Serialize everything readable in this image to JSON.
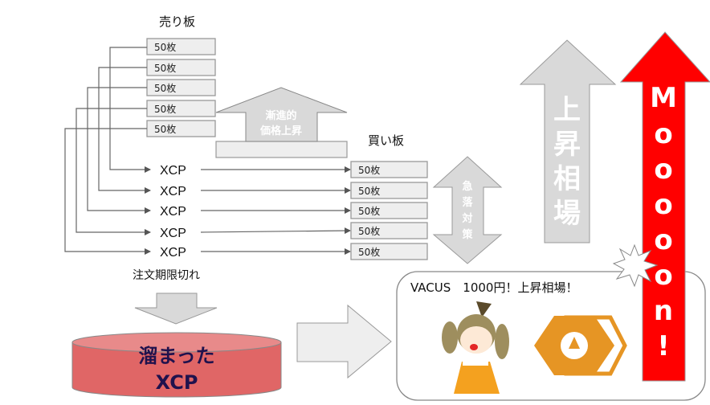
{
  "sell_board": {
    "title": "売り板",
    "orders": [
      "50枚",
      "50枚",
      "50枚",
      "50枚",
      "50枚"
    ]
  },
  "buy_board": {
    "title": "買い板",
    "orders": [
      "50枚",
      "50枚",
      "50枚",
      "50枚",
      "50枚"
    ]
  },
  "tokens": [
    "XCP",
    "XCP",
    "XCP",
    "XCP",
    "XCP"
  ],
  "gradual_rise": {
    "line1": "漸進的",
    "line2": "価格上昇"
  },
  "crash_guard": {
    "chars": [
      "急",
      "落",
      "対",
      "策"
    ]
  },
  "bull_market": {
    "chars": [
      "上",
      "昇",
      "相",
      "場"
    ]
  },
  "moon": {
    "chars": [
      "M",
      "o",
      "o",
      "o",
      "o",
      "o",
      "n",
      "!"
    ],
    "color": "#ff0000"
  },
  "expired_label": "注文期限切れ",
  "pool": {
    "line1": "溜まった",
    "line2": "XCP",
    "color": "#e06666",
    "text_color": "#20124d"
  },
  "callout": {
    "text": "VACUS　1000円！上昇相場！"
  },
  "accent_orange": "#e69524"
}
